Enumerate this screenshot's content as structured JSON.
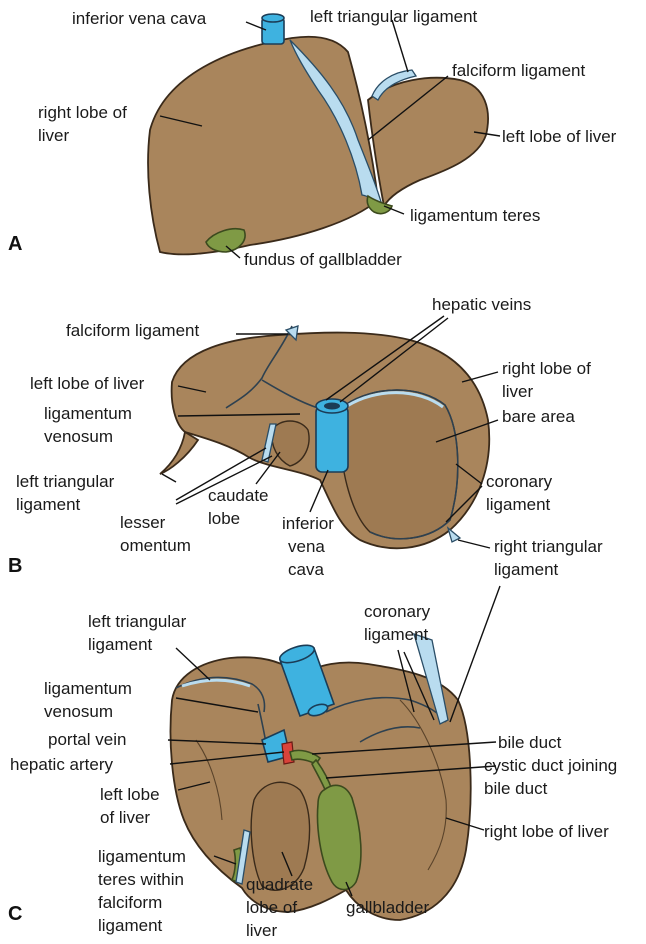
{
  "panels": {
    "a": {
      "letter": "A",
      "labels": {
        "ivc": "inferior vena cava",
        "left_triangular": "left triangular ligament",
        "falciform": "falciform ligament",
        "right_lobe_1": "right lobe of",
        "right_lobe_2": "liver",
        "left_lobe": "left lobe of liver",
        "teres": "ligamentum teres",
        "fundus": "fundus of gallbladder"
      }
    },
    "b": {
      "letter": "B",
      "labels": {
        "hepatic_veins": "hepatic veins",
        "falciform": "falciform ligament",
        "left_lobe": "left lobe of liver",
        "right_lobe_1": "right lobe of",
        "right_lobe_2": "liver",
        "venosum_1": "ligamentum",
        "venosum_2": "venosum",
        "bare_area": "bare area",
        "left_tri_1": "left triangular",
        "left_tri_2": "ligament",
        "caudate_1": "caudate",
        "caudate_2": "lobe",
        "lesser_1": "lesser",
        "lesser_2": "omentum",
        "ivc_1": "inferior",
        "ivc_2": "vena",
        "ivc_3": "cava",
        "coronary_1": "coronary",
        "coronary_2": "ligament",
        "right_tri_1": "right triangular",
        "right_tri_2": "ligament"
      }
    },
    "c": {
      "letter": "C",
      "labels": {
        "left_tri_1": "left triangular",
        "left_tri_2": "ligament",
        "coronary_1": "coronary",
        "coronary_2": "ligament",
        "venosum_1": "ligamentum",
        "venosum_2": "venosum",
        "portal_vein": "portal vein",
        "bile_duct": "bile duct",
        "hepatic_artery": "hepatic artery",
        "cystic_1": "cystic duct joining",
        "cystic_2": "bile duct",
        "left_lobe_1": "left lobe",
        "left_lobe_2": "of liver",
        "right_lobe": "right lobe of liver",
        "teres_1": "ligamentum",
        "teres_2": "teres within",
        "teres_3": "falciform",
        "teres_4": "ligament",
        "quadrate_1": "quadrate",
        "quadrate_2": "lobe of",
        "quadrate_3": "liver",
        "gallbladder": "gallbladder"
      }
    }
  },
  "colors": {
    "liver": "#a9855c",
    "vessel_blue": "#3eb2e0",
    "ligament_light_blue": "#b9dcef",
    "gallbladder_green": "#7f9a45",
    "artery_red": "#d9433a"
  }
}
